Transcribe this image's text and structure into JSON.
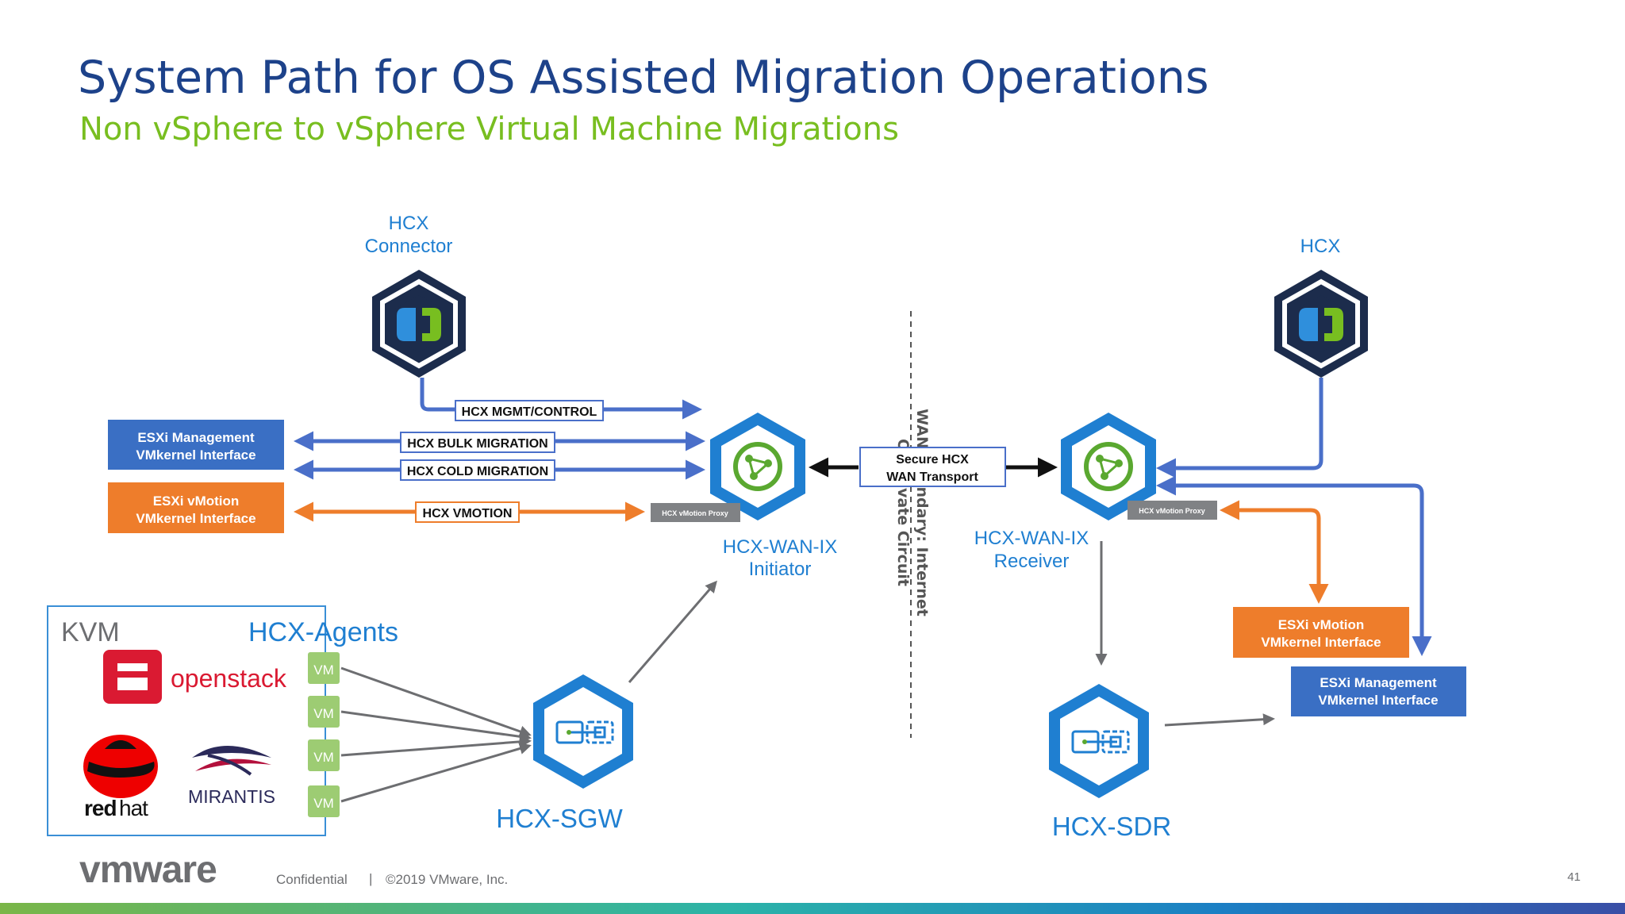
{
  "slide": {
    "title": "System Path for OS Assisted Migration Operations",
    "subtitle": "Non vSphere to vSphere Virtual Machine Migrations",
    "page_number": "41"
  },
  "footer": {
    "logo": "vmware",
    "confidential": "Confidential",
    "separator": "|",
    "copyright": "©2019 VMware, Inc."
  },
  "colors": {
    "title": "#1d428a",
    "subtitle": "#78be20",
    "hcx_blue": "#1f7fd1",
    "navy": "#1c2c4c",
    "link_blue": "#4a6fc9",
    "vmotion_orange": "#ee7d2b",
    "grey": "#6d6e71",
    "vm_green": "#9dcc73"
  },
  "nodes": {
    "hcx_connector": {
      "line1": "HCX",
      "line2": "Connector"
    },
    "hcx_cloud": {
      "label": "HCX"
    },
    "wan_ix_initiator": {
      "line1": "HCX-WAN-IX",
      "line2": "Initiator"
    },
    "wan_ix_receiver": {
      "line1": "HCX-WAN-IX",
      "line2": "Receiver"
    },
    "sgw": {
      "label": "HCX-SGW"
    },
    "sdr": {
      "label": "HCX-SDR"
    },
    "vmotion_proxy": {
      "label": "HCX vMotion Proxy"
    }
  },
  "interfaces": {
    "left_mgmt": {
      "line1": "ESXi Management",
      "line2": "VMkernel Interface"
    },
    "left_vmotion": {
      "line1": "ESXi vMotion",
      "line2": "VMkernel Interface"
    },
    "right_vmotion": {
      "line1": "ESXi vMotion",
      "line2": "VMkernel Interface"
    },
    "right_mgmt": {
      "line1": "ESXi Management",
      "line2": "VMkernel Interface"
    }
  },
  "flows": {
    "mgmt": "HCX MGMT/CONTROL",
    "bulk": "HCX BULK MIGRATION",
    "cold": "HCX COLD MIGRATION",
    "vmotion": "HCX VMOTION"
  },
  "transport": {
    "line1": "Secure HCX",
    "line2": "WAN Transport"
  },
  "wan_boundary": {
    "line1": "WAN Boundary: Internet",
    "line2": "Or Private Circuit"
  },
  "source_env": {
    "kvm": "KVM",
    "agents": "HCX-Agents",
    "vms": [
      "VM",
      "VM",
      "VM",
      "VM"
    ],
    "openstack": "openstack",
    "redhat_red": "red",
    "redhat_hat": "hat",
    "mirantis": "MIRANTIS"
  }
}
